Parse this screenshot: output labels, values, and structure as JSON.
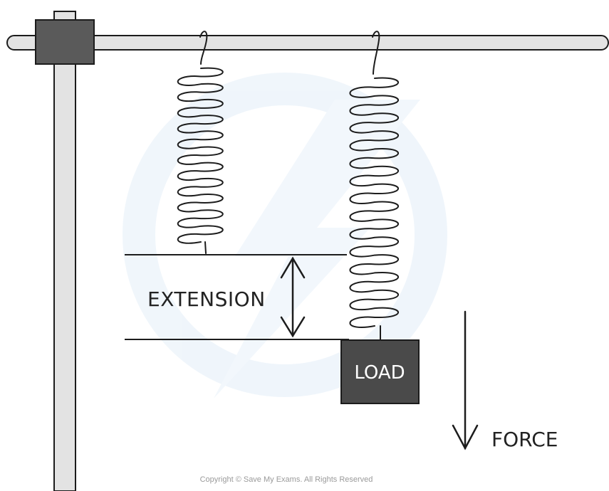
{
  "labels": {
    "extension": "EXTENSION",
    "load": "LOAD",
    "force": "FORCE"
  },
  "copyright": "Copyright © Save My Exams. All Rights Reserved",
  "watermark": "Save My Exams logo",
  "colors": {
    "stand": "#e3e3e3",
    "clamp": "#5a5a5a",
    "load_block": "#4a4a4a",
    "line": "#1c1c1c",
    "watermark": "#eaf3fb"
  }
}
